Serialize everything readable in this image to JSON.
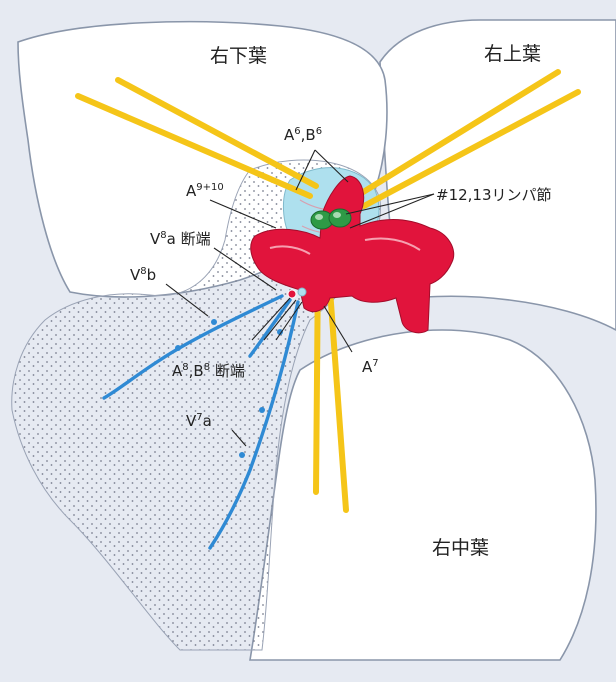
{
  "labels": {
    "lobes": {
      "right_lower": "右下葉",
      "right_upper": "右上葉",
      "right_middle": "右中葉"
    },
    "a6b6": {
      "base1": "A",
      "sup1": "6",
      "sep": ",B",
      "sup2": "6"
    },
    "a910": {
      "base": "A",
      "sup": "9+10"
    },
    "lymph": "#12,13リンパ節",
    "v8a": {
      "base": "V",
      "sup": "8",
      "rest": "a 断端"
    },
    "v8b": {
      "base": "V",
      "sup": "8",
      "rest": "b"
    },
    "a8b8": {
      "base1": "A",
      "sup1": "8",
      "sep": ",B",
      "sup2": "8",
      "rest": " 断端"
    },
    "a7": {
      "base": "A",
      "sup": "7"
    },
    "v7a": {
      "base": "V",
      "sup": "7",
      "rest": "a"
    }
  },
  "colors": {
    "background_tint": "#e6eaf2",
    "lobe_fill": "#ffffff",
    "lobe_outline": "#8a96aa",
    "artery": "#e1143c",
    "vein": "#2f8ad4",
    "bronchus": "#aee0ee",
    "lymph_node": "#2e9a46",
    "tape": "#f5c518"
  }
}
